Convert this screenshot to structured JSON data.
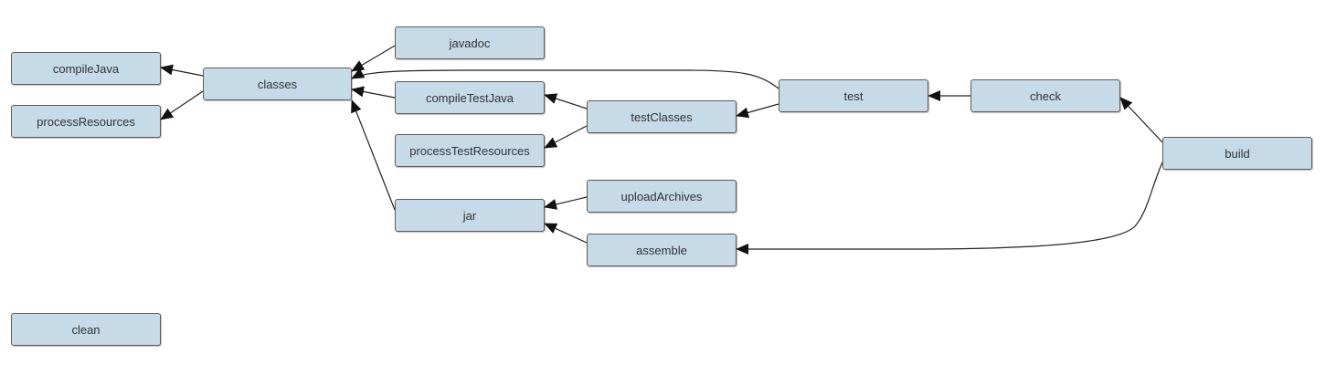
{
  "diagram": {
    "nodes": [
      {
        "id": "compileJava",
        "label": "compileJava"
      },
      {
        "id": "processResources",
        "label": "processResources"
      },
      {
        "id": "classes",
        "label": "classes"
      },
      {
        "id": "javadoc",
        "label": "javadoc"
      },
      {
        "id": "compileTestJava",
        "label": "compileTestJava"
      },
      {
        "id": "processTestResources",
        "label": "processTestResources"
      },
      {
        "id": "jar",
        "label": "jar"
      },
      {
        "id": "testClasses",
        "label": "testClasses"
      },
      {
        "id": "uploadArchives",
        "label": "uploadArchives"
      },
      {
        "id": "assemble",
        "label": "assemble"
      },
      {
        "id": "test",
        "label": "test"
      },
      {
        "id": "check",
        "label": "check"
      },
      {
        "id": "build",
        "label": "build"
      },
      {
        "id": "clean",
        "label": "clean"
      }
    ],
    "edges": [
      {
        "from": "classes",
        "to": "compileJava"
      },
      {
        "from": "classes",
        "to": "processResources"
      },
      {
        "from": "javadoc",
        "to": "classes"
      },
      {
        "from": "compileTestJava",
        "to": "classes"
      },
      {
        "from": "test",
        "to": "classes"
      },
      {
        "from": "jar",
        "to": "classes"
      },
      {
        "from": "testClasses",
        "to": "compileTestJava"
      },
      {
        "from": "testClasses",
        "to": "processTestResources"
      },
      {
        "from": "test",
        "to": "testClasses"
      },
      {
        "from": "uploadArchives",
        "to": "jar"
      },
      {
        "from": "assemble",
        "to": "jar"
      },
      {
        "from": "check",
        "to": "test"
      },
      {
        "from": "build",
        "to": "check"
      },
      {
        "from": "build",
        "to": "assemble"
      }
    ],
    "colors": {
      "node_fill": "#c6dae8",
      "node_border": "#5a5a5a",
      "edge": "#222222",
      "text": "#333333"
    }
  }
}
